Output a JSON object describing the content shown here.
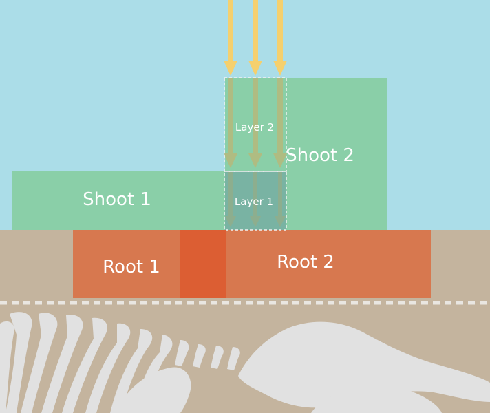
{
  "labels": {
    "shoot1": "Shoot 1",
    "shoot2": "Shoot 2",
    "layer1": "Layer 1",
    "layer2": "Layer 2",
    "root1": "Root 1",
    "root2": "Root 2"
  },
  "colors": {
    "sky": "#abdde8",
    "soil": "#c4b49e",
    "shoot": "#8acfa8",
    "overlap": "#79b3a3",
    "root": "#d7784f",
    "root_overlap": "#dc5e33",
    "light_arrow": "#f5d06e",
    "bone": "#e1e1e1",
    "layer_outline": "#f2f2f2"
  },
  "icons": {
    "light": "down-arrow-icon",
    "fossil": "skeleton-silhouette"
  }
}
